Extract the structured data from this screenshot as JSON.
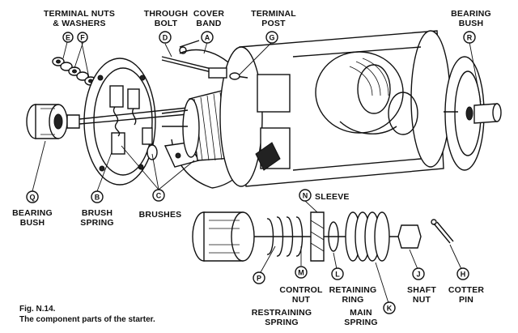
{
  "figure": {
    "number": "Fig. N.14.",
    "caption": "The component parts of the starter."
  },
  "labels": {
    "terminal_nuts": {
      "line1": "TERMINAL NUTS",
      "line2": "& WASHERS",
      "letters": [
        "E",
        "F"
      ]
    },
    "through_bolt": {
      "line1": "THROUGH",
      "line2": "BOLT",
      "letter": "D"
    },
    "cover_band": {
      "line1": "COVER",
      "line2": "BAND",
      "letter": "A"
    },
    "terminal_post": {
      "line1": "TERMINAL",
      "line2": "POST",
      "letter": "G"
    },
    "bearing_bush_right": {
      "line1": "BEARING",
      "line2": "BUSH",
      "letter": "R"
    },
    "bearing_bush_left": {
      "line1": "BEARING",
      "line2": "BUSH",
      "letter": "Q"
    },
    "brush_spring": {
      "line1": "BRUSH",
      "line2": "SPRING",
      "letter": "B"
    },
    "brushes": {
      "line1": "BRUSHES",
      "letter": "C"
    },
    "sleeve": {
      "line1": "SLEEVE",
      "letter": "N"
    },
    "control_nut": {
      "line1": "CONTROL",
      "line2": "NUT",
      "letter": "M"
    },
    "retaining_ring": {
      "line1": "RETAINING",
      "line2": "RING",
      "letter": "L"
    },
    "shaft_nut": {
      "line1": "SHAFT",
      "line2": "NUT",
      "letter": "J"
    },
    "cotter_pin": {
      "line1": "COTTER",
      "line2": "PIN",
      "letter": "H"
    },
    "restraining_spring": {
      "line1": "RESTRAINING",
      "line2": "SPRING",
      "letter": "P"
    },
    "main_spring": {
      "line1": "MAIN",
      "line2": "SPRING",
      "letter": "K"
    }
  }
}
